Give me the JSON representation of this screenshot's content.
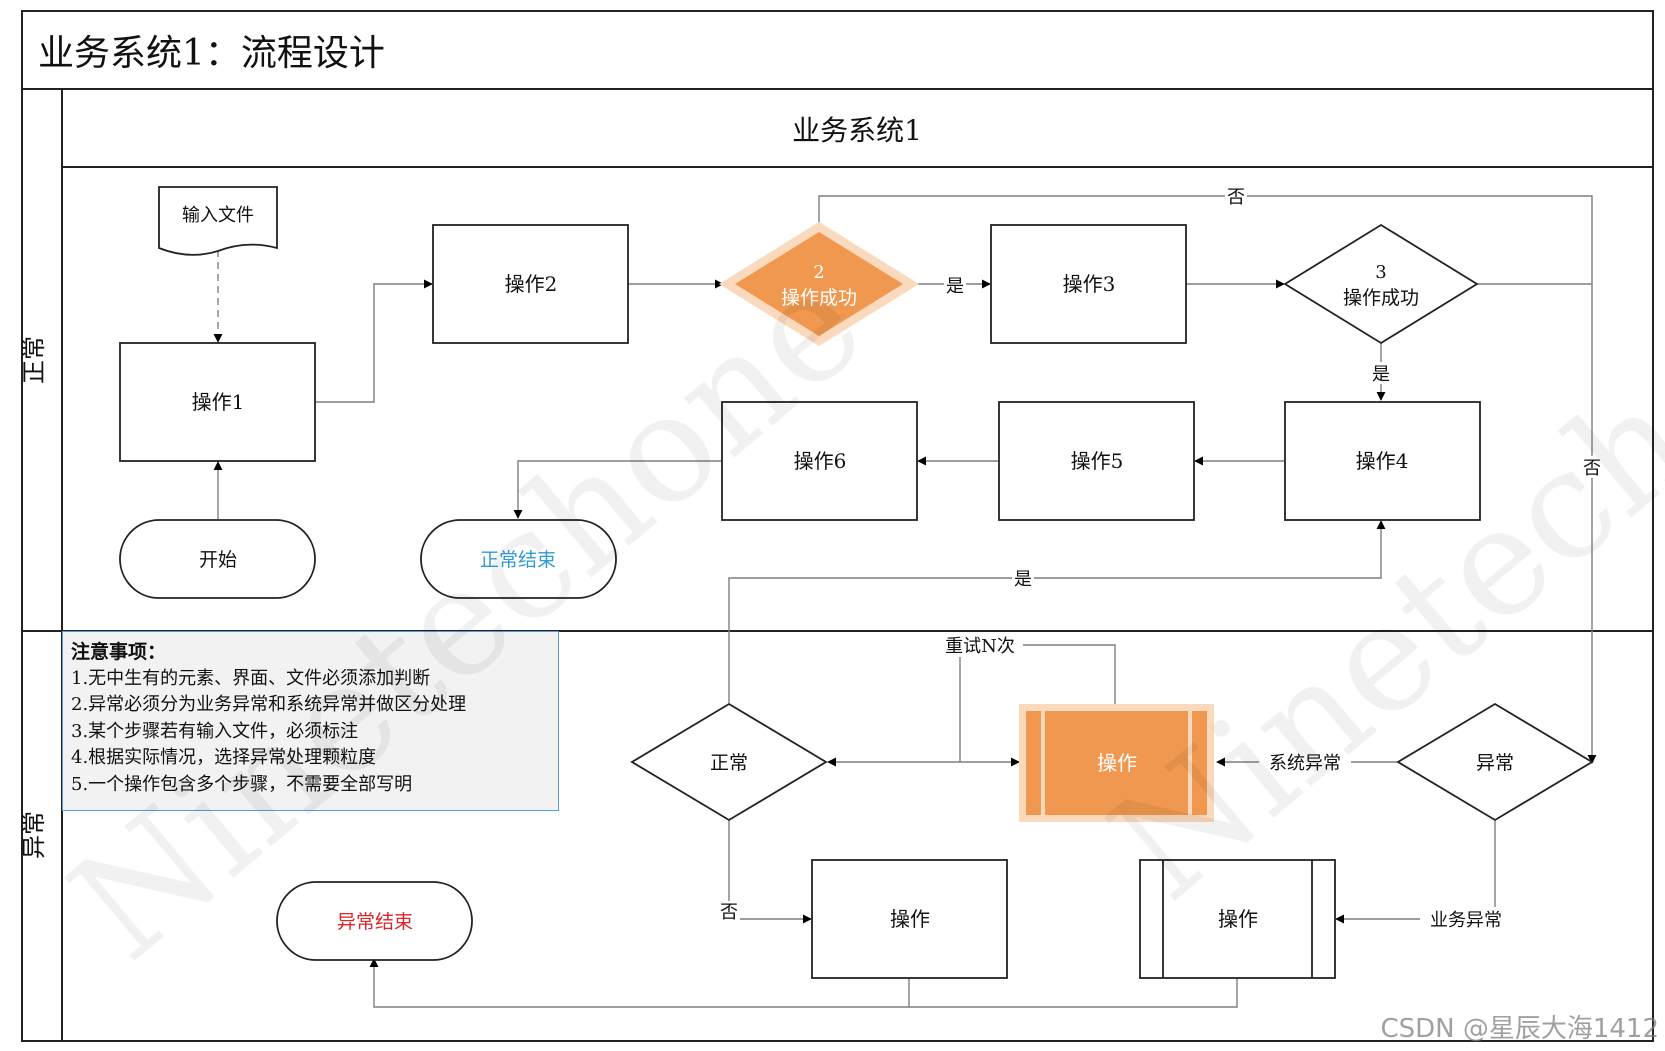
{
  "title": "业务系统1：流程设计",
  "pool_label": "业务系统1",
  "lanes": {
    "normal": "正常",
    "exception": "异常"
  },
  "nodes": {
    "input_file": "输入文件",
    "op1": "操作1",
    "op2": "操作2",
    "decision2_num": "2",
    "decision2_text": "操作成功",
    "op3": "操作3",
    "decision3_num": "3",
    "decision3_text": "操作成功",
    "op4": "操作4",
    "op5": "操作5",
    "op6": "操作6",
    "start": "开始",
    "normal_end": "正常结束",
    "exc_normal": "正常",
    "exc_retry_op": "操作",
    "exc_abnormal": "异常",
    "exc_op": "操作",
    "exc_sub_op": "操作",
    "exception_end": "异常结束"
  },
  "edge_labels": {
    "yes_d2": "是",
    "no_d2": "否",
    "yes_d3": "是",
    "no_right": "否",
    "yes_return": "是",
    "retry": "重试N次",
    "system_exception": "系统异常",
    "business_exception": "业务异常",
    "no_exc": "否"
  },
  "notes": {
    "title": "注意事项：",
    "items": [
      "1.无中生有的元素、界面、文件必须添加判断",
      "2.异常必须分为业务异常和系统异常并做区分处理",
      "3.某个步骤若有输入文件，必须标注",
      "4.根据实际情况，选择异常处理颗粒度",
      "5.一个操作包含多个步骤，不需要全部写明"
    ]
  },
  "watermark": "Ninetechone",
  "credit": "CSDN @星辰大海1412",
  "colors": {
    "highlight_fill": "#f0984f",
    "highlight_border": "#fbd9bd",
    "normal_end_text": "#2f9bd3",
    "exception_end_text": "#d9262a",
    "note_border": "#5b9bd5",
    "note_bg": "#f2f2f2",
    "line": "#7f7f7f"
  }
}
